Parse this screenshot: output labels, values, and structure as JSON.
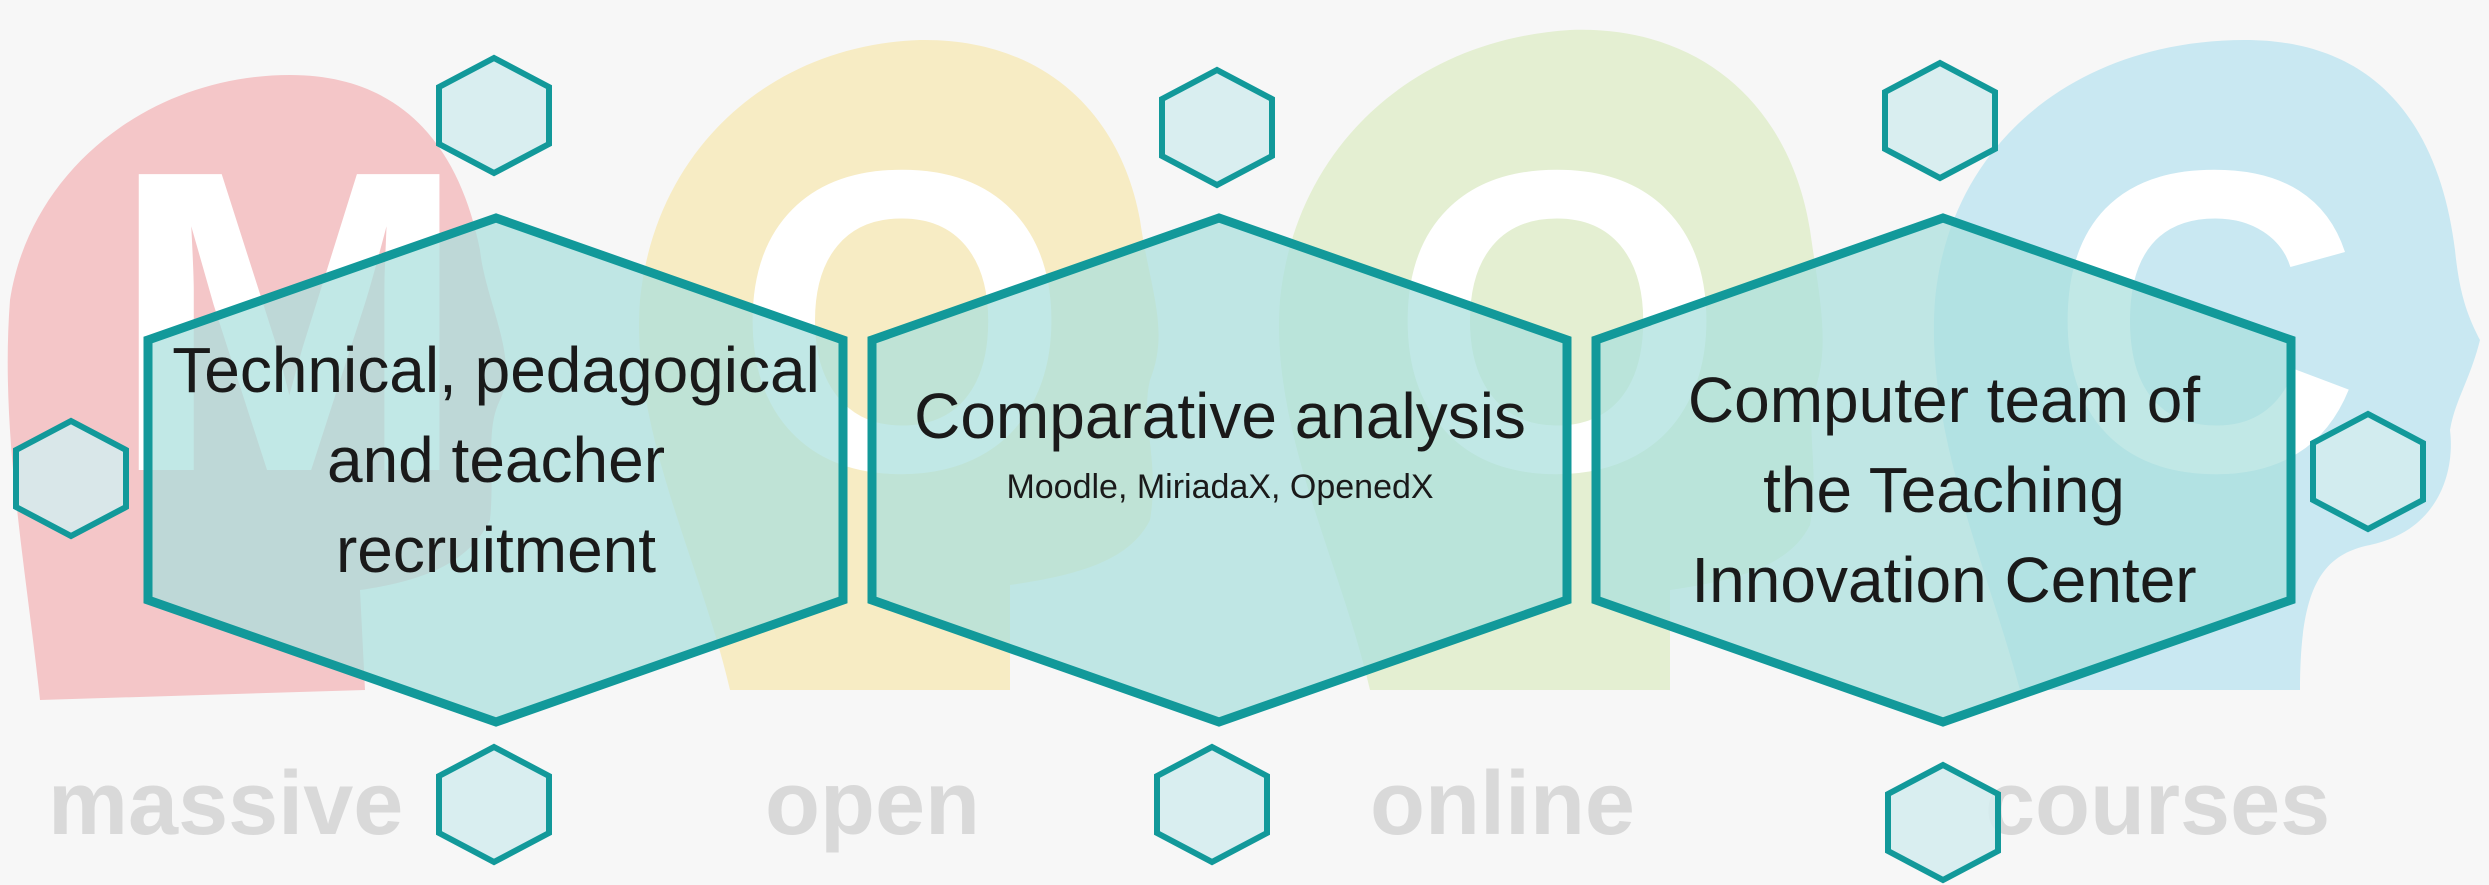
{
  "background": {
    "letters": [
      "M",
      "O",
      "O",
      "C"
    ],
    "words": [
      "massive",
      "open",
      "online",
      "courses"
    ],
    "head_colors": [
      "#f4c6c8",
      "#f7ecc4",
      "#e4efd2",
      "#c9e8f2"
    ]
  },
  "hexagons": [
    {
      "title": "Technical, pedagogical and teacher recruitment",
      "subtitle": ""
    },
    {
      "title": "Comparative analysis",
      "subtitle": "Moodle, MiriadaX, OpenedX"
    },
    {
      "title": "Computer team of the Teaching Innovation Center",
      "subtitle": ""
    }
  ],
  "colors": {
    "hex_stroke": "#12999a",
    "hex_fill": "#a9dfdc",
    "small_hex_fill": "#d4ecee",
    "letter": "#ffffff",
    "word": "#d9d9d9"
  }
}
